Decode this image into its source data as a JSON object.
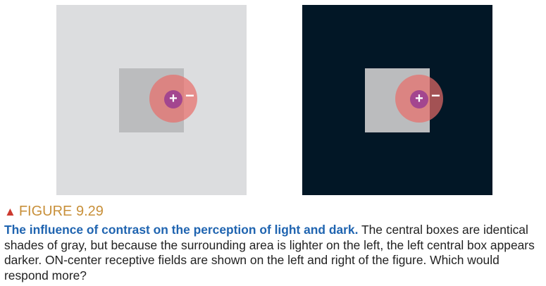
{
  "colors": {
    "left_background": "#dcdddf",
    "right_background": "#021726",
    "gray_box": "#bbbcbe",
    "receptive_field": "rgba(232, 108, 104, 0.7)",
    "center": "#a3468f",
    "figure_label": "#c8903a",
    "triangle": "#cc3a2f",
    "title_text": "#1f64b0"
  },
  "figure": {
    "left_panel": {
      "center_sign": "+",
      "surround_sign": "−"
    },
    "right_panel": {
      "center_sign": "+",
      "surround_sign": "−"
    }
  },
  "caption": {
    "triangle_glyph": "▲",
    "label": "FIGURE 9.29",
    "title": "The influence of contrast on the perception of light and dark.",
    "body": "The central boxes are identical shades of gray, but because the surrounding area is lighter on the left, the left central box appears darker. ON-center receptive fields are shown on the left and right of the figure. Which would respond more?"
  }
}
